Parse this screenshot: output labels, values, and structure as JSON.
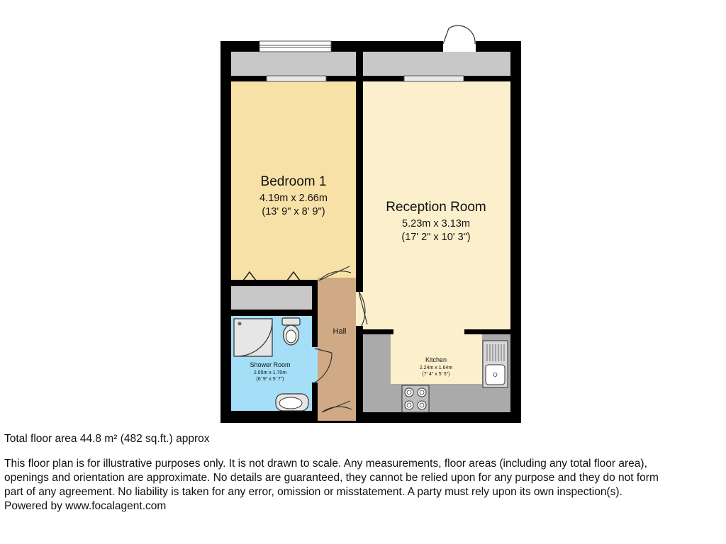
{
  "rooms": {
    "bedroom": {
      "name": "Bedroom 1",
      "metric": "4.19m x 2.66m",
      "imperial": "(13' 9\" x 8' 9\")"
    },
    "reception": {
      "name": "Reception Room",
      "metric": "5.23m x 3.13m",
      "imperial": "(17' 2\" x 10' 3\")"
    },
    "hall": {
      "name": "Hall"
    },
    "shower": {
      "name": "Shower Room",
      "metric": "2.05m x 1.70m",
      "imperial": "(6' 9\" x 5' 7\")"
    },
    "kitchen": {
      "name": "Kitchen",
      "metric": "2.24m x 1.64m",
      "imperial": "(7' 4\" x 5' 5\")"
    }
  },
  "colors": {
    "bedroom": "#f8e1a6",
    "reception": "#fcf0cc",
    "hall": "#cfaa84",
    "shower": "#a4def7",
    "balcony": "#c8c8c8",
    "kitchen": "#aaaaaa",
    "wall": "#000000"
  },
  "footer": {
    "total_area": "Total floor area 44.8 m² (482 sq.ft.) approx",
    "disclaimer_lines": [
      "This floor plan is for illustrative purposes only. It is not drawn to scale. Any measurements, floor areas (including any total floor area),",
      "openings and orientation are approximate. No details are guaranteed, they cannot be relied upon for any purpose and they do not form",
      "part of any agreement. No liability is taken for any error, omission or misstatement. A party must rely upon its own inspection(s)."
    ],
    "powered_by": "Powered by www.focalagent.com"
  }
}
